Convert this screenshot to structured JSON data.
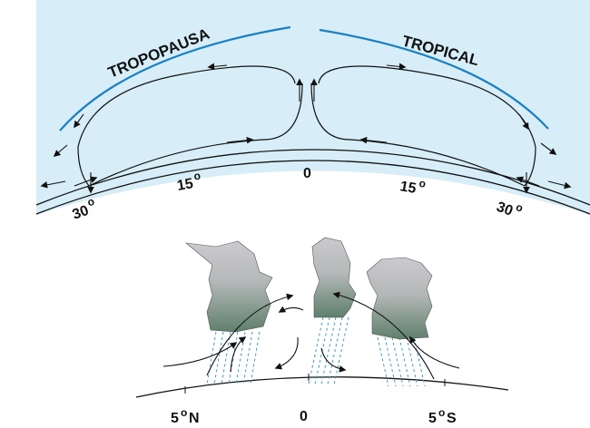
{
  "upper": {
    "label_left": "TROPOPAUSA",
    "label_right": "TROPICAL",
    "lat_left_30": "30",
    "lat_left_15": "15",
    "lat_center": "0",
    "lat_right_15": "15",
    "lat_right_30": "30",
    "degree_symbol": "o"
  },
  "lower": {
    "lat_left": "5",
    "lat_left_suffix": "N",
    "lat_center": "0",
    "lat_right": "5",
    "lat_right_suffix": "S",
    "degree_symbol": "o"
  },
  "colors": {
    "atmosphere": "#d7eef8",
    "tropopause": "#1a7fc4",
    "rain": "#3a9fc8",
    "cloud_top": "#cdc9cf",
    "cloud_bottom": "#6f8b79"
  }
}
